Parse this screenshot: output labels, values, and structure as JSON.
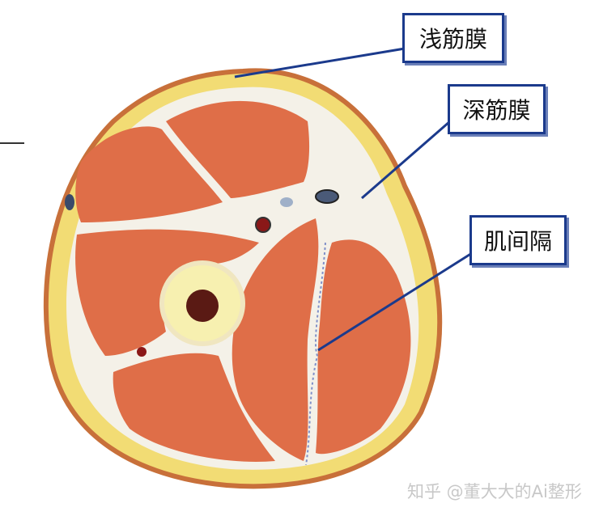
{
  "labels": {
    "superficial_fascia": "浅筋膜",
    "deep_fascia": "深筋膜",
    "intermuscular_septum": "肌间隔"
  },
  "watermark": "知乎 @董大大的Ai整形",
  "colors": {
    "skin_border": "#c8703a",
    "fat": "#f2dc74",
    "muscle": "#df6e48",
    "fascia": "#f4f1e8",
    "pointer": "#1b3a8c"
  }
}
